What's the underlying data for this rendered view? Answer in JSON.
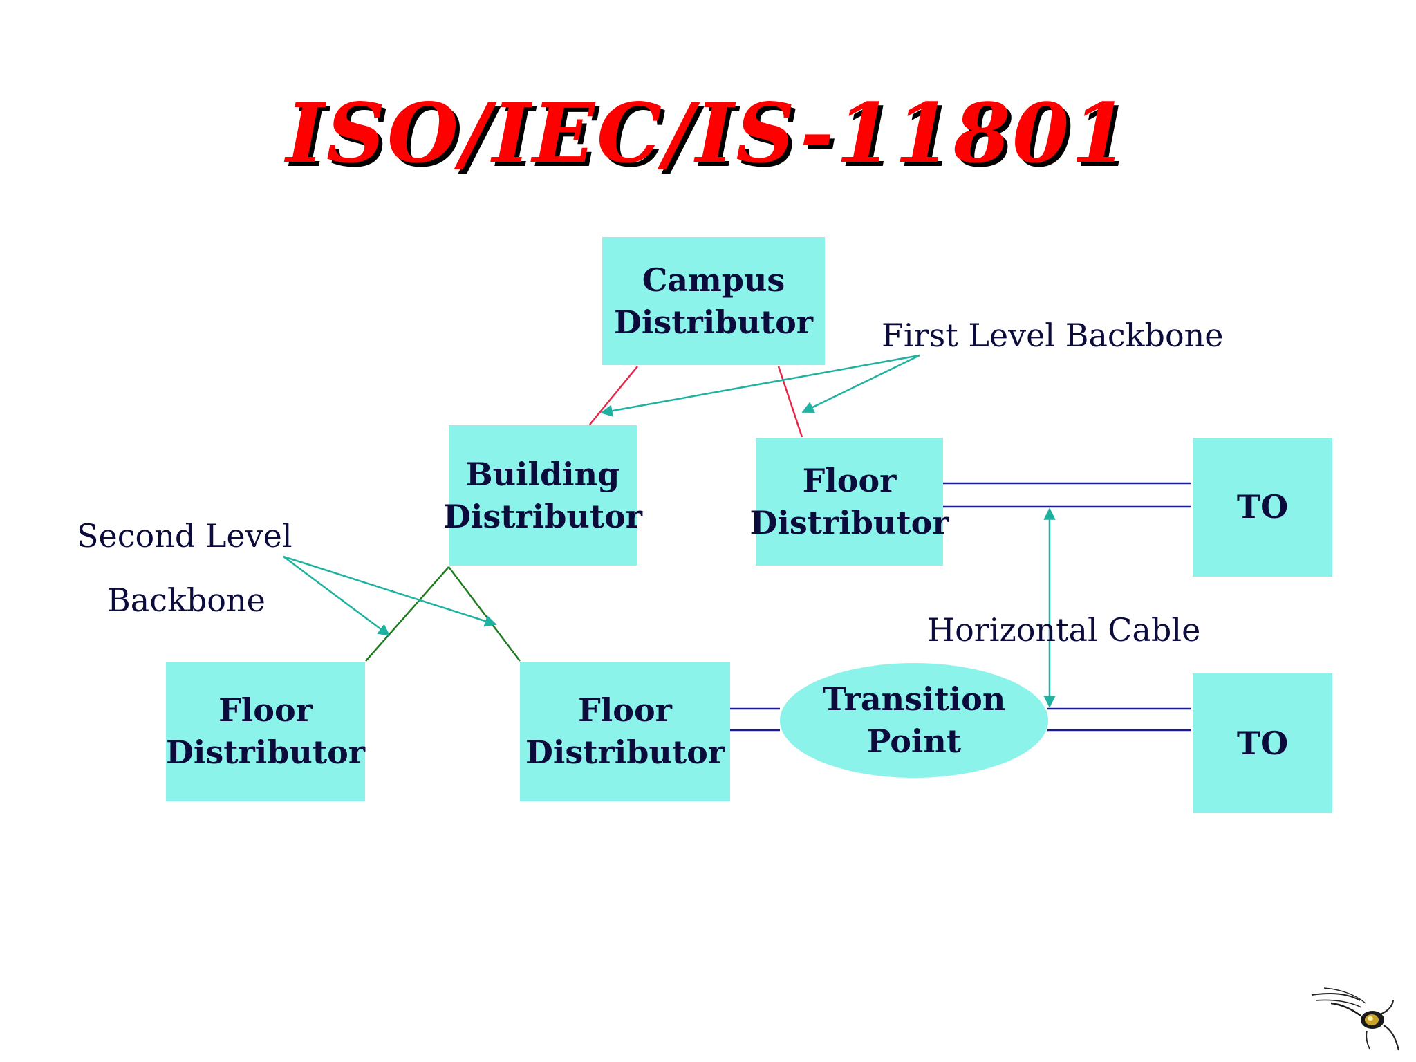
{
  "title": "ISO/IEC/IS-11801",
  "nodes": {
    "campus": "Campus\nDistributor",
    "building": "Building\nDistributor",
    "floor_top": "Floor\nDistributor",
    "floor_left": "Floor\nDistributor",
    "floor_mid": "Floor\nDistributor",
    "transition": "Transition\nPoint",
    "to_top": "TO",
    "to_bottom": "TO"
  },
  "labels": {
    "first_level": "First Level Backbone",
    "second_level_1": "Second Level",
    "second_level_2": "Backbone",
    "horizontal": "Horizontal Cable"
  },
  "colors": {
    "title": "#ff0000",
    "title_shadow": "#000000",
    "box_fill": "#8cf3ea",
    "text": "#0c0c3c",
    "first_backbone_line": "#e8264a",
    "second_backbone_line": "#1e7a1e",
    "horizontal_cable": "#1a1a9c",
    "arrow": "#20b2a0"
  }
}
